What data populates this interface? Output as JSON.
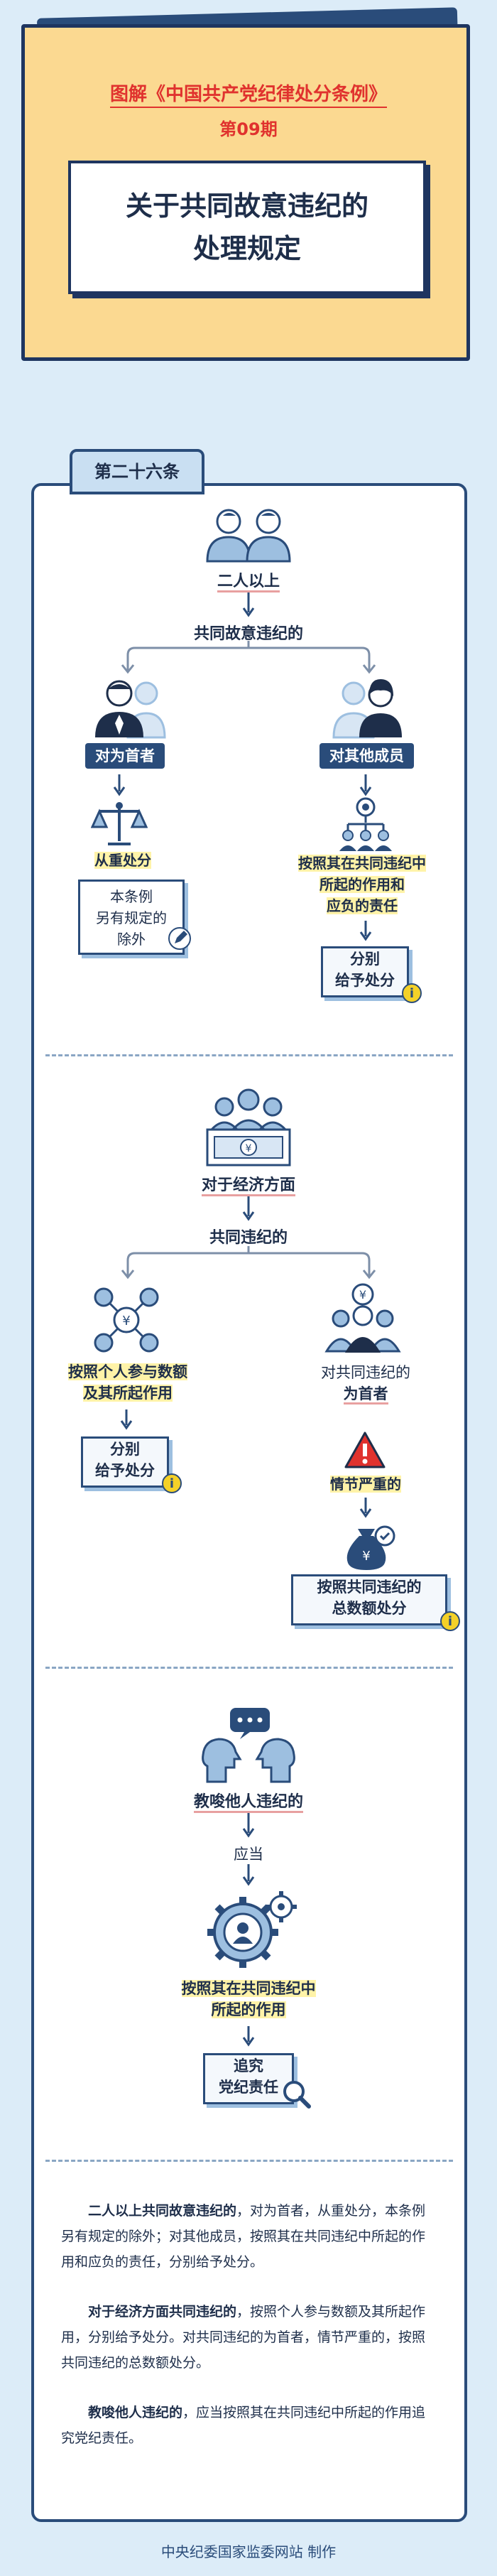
{
  "header": {
    "series_prefix": "图解",
    "series_title": "《中国共产党纪律处分条例》",
    "issue": "第09期",
    "title_line1": "关于共同故意违纪的",
    "title_line2": "处理规定"
  },
  "article_tab": "第二十六条",
  "section1": {
    "people": "二人以上",
    "joint": "共同故意违纪的",
    "left_role": "对为首者",
    "left_action": "从重处分",
    "left_note": [
      "本条例",
      "另有规定的",
      "除外"
    ],
    "right_role": "对其他成员",
    "right_action": [
      "按照其在共同违纪中",
      "所起的作用和",
      "应负的责任"
    ],
    "right_result": [
      "分别",
      "给予处分"
    ]
  },
  "section2": {
    "scope": "对于经济方面",
    "joint": "共同违纪的",
    "left_action": [
      "按照个人参与数额",
      "及其所起作用"
    ],
    "left_result": [
      "分别",
      "给予处分"
    ],
    "right_role_line1": "对共同违纪的",
    "right_role_line2": "为首者",
    "severity": "情节严重的",
    "right_result": [
      "按照共同违纪的",
      "总数额处分"
    ]
  },
  "section3": {
    "label": "教唆他人违纪的",
    "should": "应当",
    "action": [
      "按照其在共同违纪中",
      "所起的作用"
    ],
    "result": [
      "追究",
      "党纪责任"
    ]
  },
  "summary": {
    "p1_bold": "二人以上共同故意违纪的",
    "p1_rest": "，对为首者，从重处分，本条例另有规定的除外；对其他成员，按照其在共同违纪中所起的作用和应负的责任，分别给予处分。",
    "p2_bold": "对于经济方面共同违纪的",
    "p2_rest": "，按照个人参与数额及其所起作用，分别给予处分。对共同违纪的为首者，情节严重的，按照共同违纪的总数额处分。",
    "p3_bold": "教唆他人违纪的",
    "p3_rest": "，应当按照其在共同违纪中所起的作用追究党纪责任。"
  },
  "footer": "中央纪委国家监委网站 制作",
  "colors": {
    "navy": "#2a4c7a",
    "yellow_card": "#fbd991",
    "red": "#e0322e",
    "highlight": "#fff3a8",
    "page_bg": "#dcecf8"
  },
  "icons": [
    "two-people-icon",
    "leader-icon",
    "scales-icon",
    "pen-icon",
    "team-member-icon",
    "group-network-icon",
    "info-icon",
    "money-group-icon",
    "network-money-icon",
    "warning-icon",
    "money-bag-icon",
    "speech-heads-icon",
    "gears-person-icon",
    "magnifier-icon"
  ]
}
